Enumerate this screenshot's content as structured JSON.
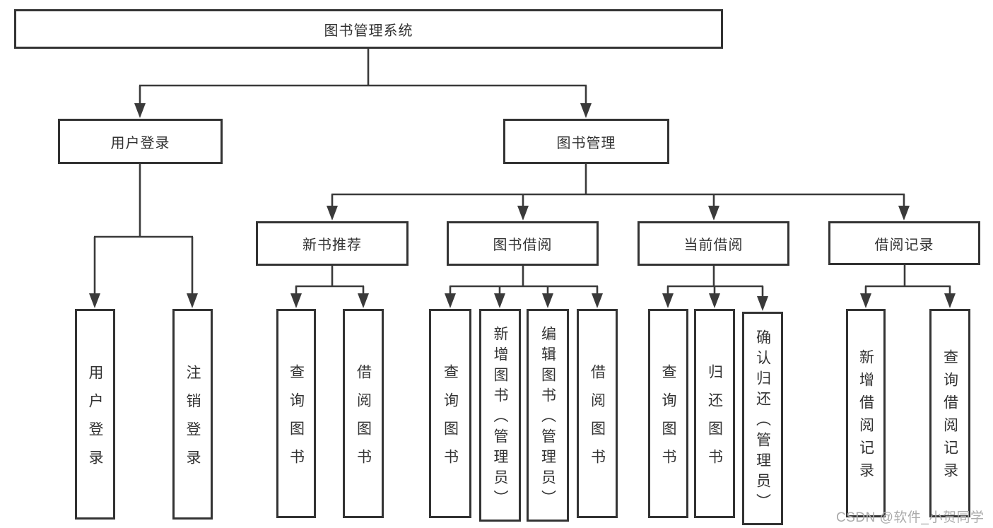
{
  "colors": {
    "line": "#3a3a3a",
    "box_border": "#333333",
    "text": "#333333",
    "watermark": "#ababab",
    "background": "#ffffff"
  },
  "watermark": {
    "text": "CSDN @软件_小贺同学"
  },
  "tree": {
    "root": {
      "label": "图书管理系统",
      "children": [
        {
          "label": "用户登录",
          "children": [
            {
              "label": "用户登录"
            },
            {
              "label": "注销登录"
            }
          ]
        },
        {
          "label": "图书管理",
          "children": [
            {
              "label": "新书推荐",
              "children": [
                {
                  "label": "查询图书"
                },
                {
                  "label": "借阅图书"
                }
              ]
            },
            {
              "label": "图书借阅",
              "children": [
                {
                  "label": "查询图书"
                },
                {
                  "label": "新增图书（管理员）"
                },
                {
                  "label": "编辑图书（管理员）"
                },
                {
                  "label": "借阅图书"
                }
              ]
            },
            {
              "label": "当前借阅",
              "children": [
                {
                  "label": "查询图书"
                },
                {
                  "label": "归还图书"
                },
                {
                  "label": "确认归还（管理员）"
                }
              ]
            },
            {
              "label": "借阅记录",
              "children": [
                {
                  "label": "新增借阅记录"
                },
                {
                  "label": "查询借阅记录"
                }
              ]
            }
          ]
        }
      ]
    }
  }
}
